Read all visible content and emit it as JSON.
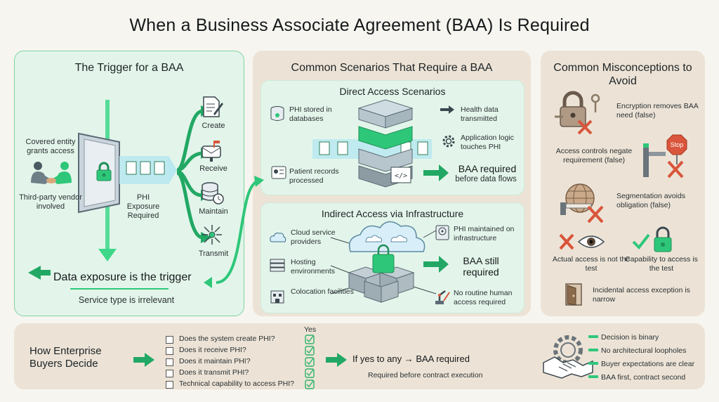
{
  "title": "When a Business Associate Agreement (BAA) Is Required",
  "trigger": {
    "heading": "The Trigger for a BAA",
    "covered_entity": "Covered entity grants access",
    "third_party": "Third-party vendor involved",
    "phi_exposure": "PHI Exposure Required",
    "actions": [
      "Create",
      "Receive",
      "Maintain",
      "Transmit"
    ],
    "data_exposure": "Data exposure is the trigger",
    "service_type": "Service type is irrelevant"
  },
  "scenarios": {
    "heading": "Common Scenarios That Require a BAA",
    "direct": {
      "heading": "Direct Access Scenarios",
      "phi_stored": "PHI stored in databases",
      "patient_records": "Patient records processed",
      "health_data": "Health data transmitted",
      "app_logic": "Application logic touches PHI",
      "result_line1": "BAA required",
      "result_line2": "before data flows"
    },
    "indirect": {
      "heading": "Indirect Access via Infrastructure",
      "cloud": "Cloud service providers",
      "hosting": "Hosting environments",
      "colocation": "Colocation facilities",
      "phi_maintained": "PHI maintained on infrastructure",
      "no_routine": "No routine human access required",
      "result_line1": "BAA still",
      "result_line2": "required"
    }
  },
  "misconceptions": {
    "heading": "Common Misconceptions to Avoid",
    "encryption": "Encryption removes BAA need (false)",
    "access_controls": "Access controls negate requirement (false)",
    "stop_sign": "Stop",
    "segmentation": "Segmentation avoids obligation (false)",
    "actual_access": "Actual access is not the test",
    "capability": "Capability to access is the test",
    "incidental": "Incidental access exception is narrow"
  },
  "decision": {
    "heading": "How Enterprise Buyers Decide",
    "yes_label": "Yes",
    "questions": [
      "Does the system create PHI?",
      "Does it receive PHI?",
      "Does it maintain PHI?",
      "Does it transmit PHI?",
      "Technical capability to access PHI?"
    ],
    "if_yes": "If yes to any → BAA required",
    "required_before": "Required before contract execution",
    "outcomes": [
      "Decision is binary",
      "No architectural loopholes",
      "Buyer expectations are clear",
      "BAA first, contract second"
    ]
  },
  "colors": {
    "accent_green": "#2ec77a",
    "dark_green": "#1f8f55",
    "panel_green": "#e3f5ea",
    "panel_tan": "#ece3d6",
    "false_red": "#d9553b"
  }
}
